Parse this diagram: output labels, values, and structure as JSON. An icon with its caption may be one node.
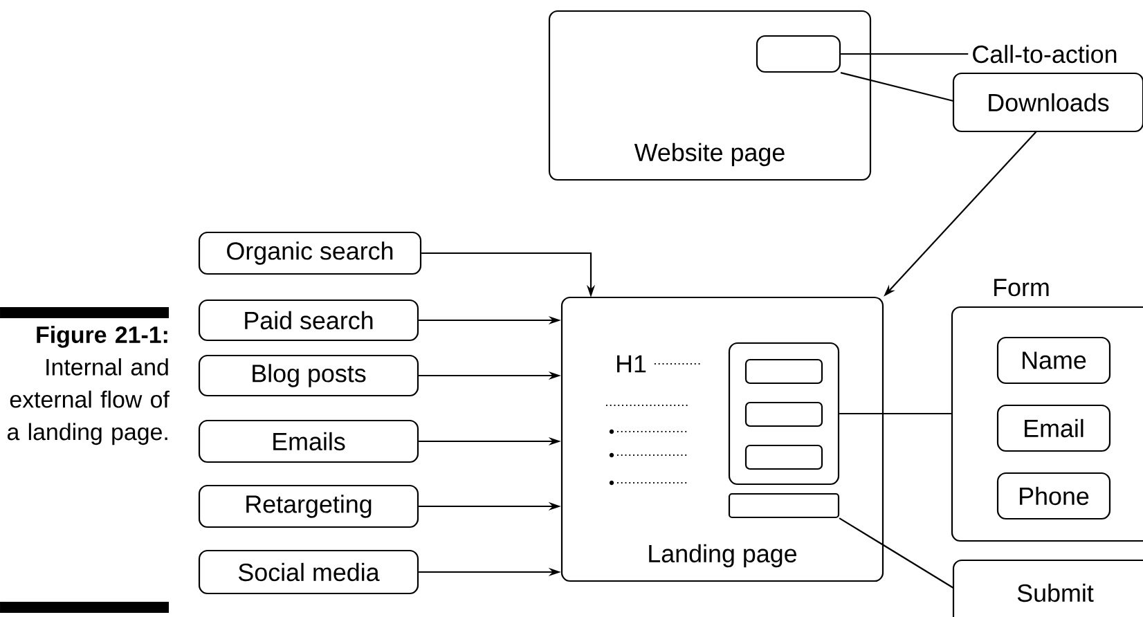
{
  "diagram": {
    "caption": "**Figure 21-1:** Internal and external flow of a landing page.",
    "nodes": [
      {
        "text": [
          "Website page"
        ]
      },
      {
        "text": [],
        "shape": "box",
        "in": 0
      },
      {
        "text": [
          "Call-to-action"
        ]
      },
      {
        "text": [
          "Downloads"
        ]
      },
      {
        "text": [
          "Organic search"
        ]
      },
      {
        "text": [
          "Paid search"
        ]
      },
      {
        "text": [
          "Blog posts"
        ]
      },
      {
        "text": [
          "Emails"
        ]
      },
      {
        "text": [
          "Retargeting"
        ]
      },
      {
        "text": [
          "Social media"
        ]
      },
      {
        "text": [
          "Landing page"
        ]
      },
      {
        "text": [],
        "shape": "box",
        "in": 10
      },
      {
        "text": [],
        "shape": "bar",
        "in": 10
      },
      {
        "text": [
          "Form"
        ]
      },
      {
        "text": [
          "Name"
        ],
        "in": 13
      },
      {
        "text": [
          "Email"
        ],
        "in": 13
      },
      {
        "text": [
          "Phone"
        ],
        "in": 13
      },
      {
        "text": [
          "Submit"
        ]
      }
    ],
    "edges": [
      {
        "from": 2,
        "to": 1,
        "arrow": "none"
      },
      {
        "from": 1,
        "to": 3,
        "arrow": "none"
      },
      {
        "from": 3,
        "to": 10,
        "arrow": "to"
      },
      {
        "from": 4,
        "to": 10,
        "arrow": "to"
      },
      {
        "from": 5,
        "to": 10,
        "arrow": "to"
      },
      {
        "from": 6,
        "to": 10,
        "arrow": "to"
      },
      {
        "from": 7,
        "to": 10,
        "arrow": "to"
      },
      {
        "from": 8,
        "to": 10,
        "arrow": "to"
      },
      {
        "from": 9,
        "to": 10,
        "arrow": "to"
      },
      {
        "from": 11,
        "to": 13,
        "arrow": "none"
      },
      {
        "from": 12,
        "to": 17,
        "arrow": "none"
      }
    ],
    "labels": [
      "H1"
    ]
  }
}
